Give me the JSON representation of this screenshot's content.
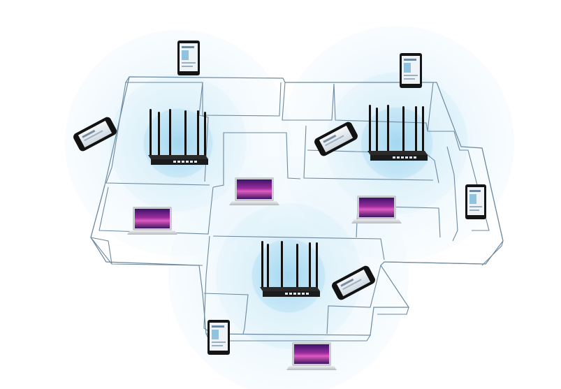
{
  "colors": {
    "background": "#ffffff",
    "wifi_coverage": "#9fd6f0",
    "wifi_core": "#6ec3ea",
    "floor_lines": "#6d8aa0",
    "router_body": "#1b1b1b",
    "antenna": "#111111",
    "port_light": "#d9e6f2",
    "screen_gradient_pink": "#c22a9a",
    "screen_gradient_purple": "#4b1f7a",
    "laptop_silver": "#d7d9dc",
    "phone_body": "#121212",
    "tablet_body": "#151515"
  },
  "devices": {
    "routers": [
      {
        "name": "router-left",
        "antennas": 6,
        "ports": 6,
        "label": "wifi-router"
      },
      {
        "name": "router-right",
        "antennas": 6,
        "ports": 6,
        "label": "wifi-router"
      },
      {
        "name": "router-bottom",
        "antennas": 6,
        "ports": 6,
        "label": "wifi-router"
      }
    ],
    "laptops": [
      "laptop-left",
      "laptop-center",
      "laptop-right",
      "laptop-bottom"
    ],
    "smartphones": [
      "phone-left",
      "phone-center",
      "phone-bottom-right"
    ],
    "tablets": [
      "tablet-top-left",
      "tablet-top-right",
      "tablet-right",
      "tablet-bottom"
    ]
  },
  "icons": {
    "router": "router-icon",
    "laptop": "laptop-icon",
    "phone": "smartphone-icon",
    "tablet": "tablet-icon"
  }
}
